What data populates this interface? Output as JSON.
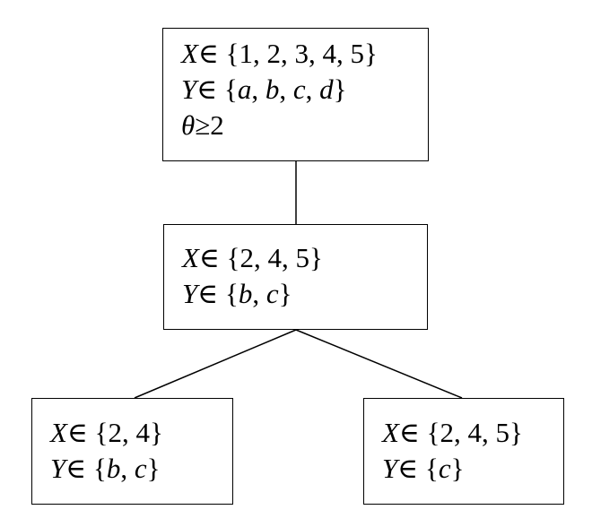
{
  "tree": {
    "root": {
      "lines": [
        "X∈ {1, 2, 3, 4, 5}",
        "Y∈ {a, b, c, d}",
        "θ≥2"
      ]
    },
    "middle": {
      "lines": [
        "X∈ {2, 4, 5}",
        "Y∈ {b, c}"
      ]
    },
    "left_leaf": {
      "lines": [
        "X∈ {2, 4}",
        "Y∈ {b, c}"
      ]
    },
    "right_leaf": {
      "lines": [
        "X∈ {2, 4, 5}",
        "Y∈ {c}"
      ]
    }
  }
}
